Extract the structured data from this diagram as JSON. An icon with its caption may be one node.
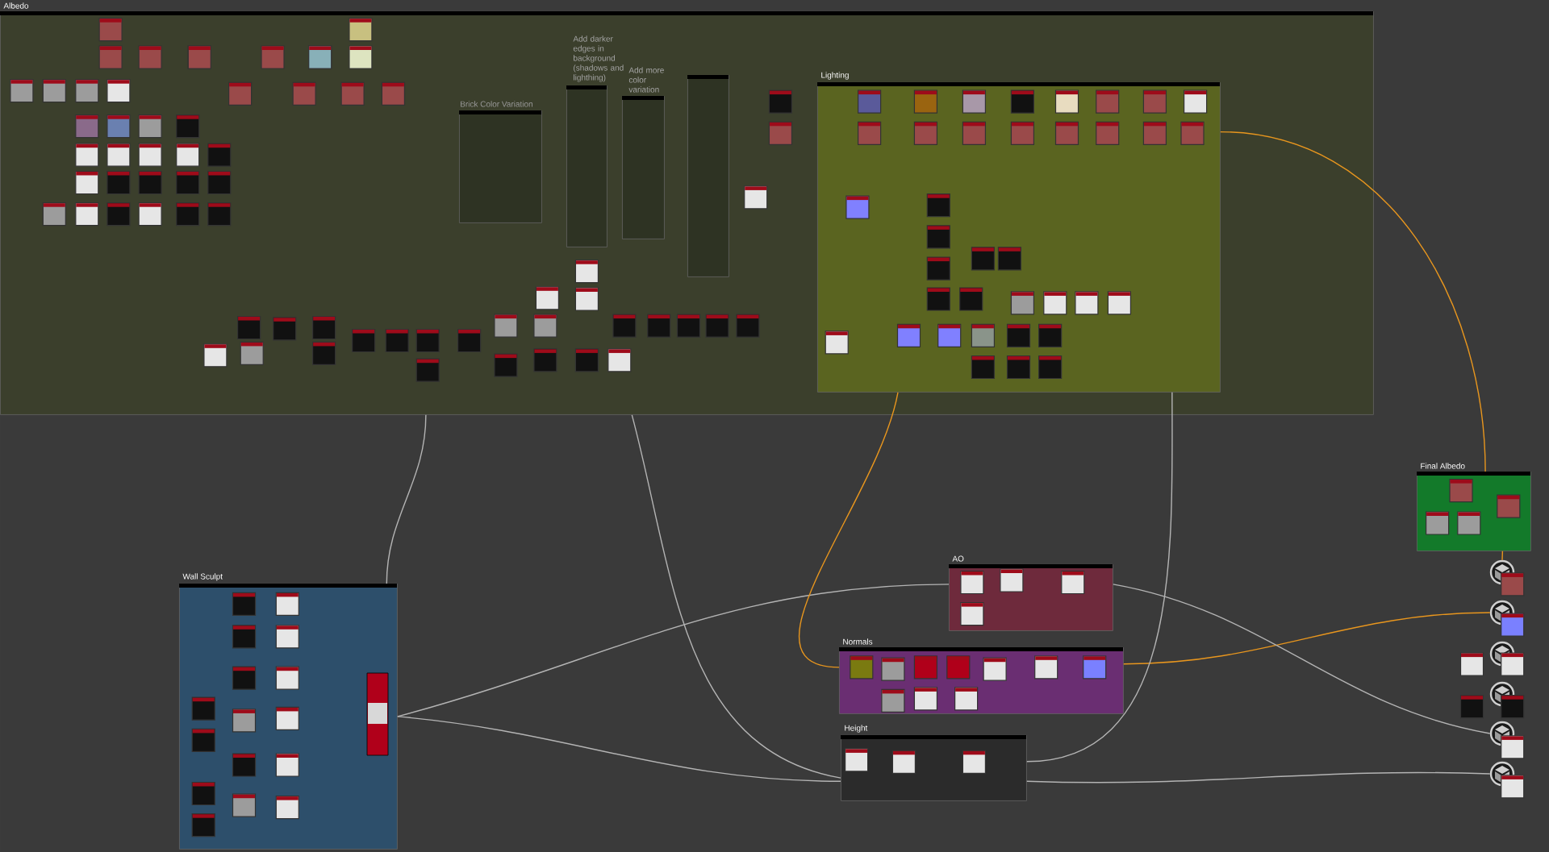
{
  "diagram": {
    "nodes": [
      {
        "text": [
          "Albedo"
        ]
      },
      {
        "text": [
          "Brick Color Variation"
        ],
        "in": 0
      },
      {
        "text": [
          "Add darker edges in background (shadows and lighthing)"
        ],
        "in": 0
      },
      {
        "text": [
          "Add more color variation"
        ],
        "in": 0
      },
      {
        "text": [],
        "shape": "box",
        "in": 0
      },
      {
        "text": [
          "Lighting"
        ],
        "in": 0
      },
      {
        "text": [
          "Final Albedo"
        ]
      },
      {
        "text": [
          "AO"
        ]
      },
      {
        "text": [
          "Normals"
        ]
      },
      {
        "text": [
          "Height"
        ]
      },
      {
        "text": [
          "Wall Sculpt"
        ]
      },
      {
        "text": [],
        "shape": "circle"
      },
      {
        "text": [],
        "shape": "circle"
      },
      {
        "text": [],
        "shape": "circle"
      },
      {
        "text": [],
        "shape": "circle"
      },
      {
        "text": [],
        "shape": "circle"
      },
      {
        "text": [],
        "shape": "circle"
      }
    ],
    "edges": [
      {
        "from": 5,
        "to": 6,
        "arrow": "none",
        "color": "#e8961e"
      },
      {
        "from": 6,
        "to": 11,
        "arrow": "none",
        "color": "#e8961e"
      },
      {
        "from": 8,
        "to": 12,
        "arrow": "none",
        "color": "#e8961e"
      },
      {
        "from": 7,
        "to": 15,
        "arrow": "none"
      },
      {
        "from": 9,
        "to": 16,
        "arrow": "none"
      },
      {
        "from": 10,
        "to": 7,
        "arrow": "none"
      },
      {
        "from": 10,
        "to": 9,
        "arrow": "none"
      },
      {
        "from": 10,
        "to": 0,
        "arrow": "none"
      },
      {
        "from": 5,
        "to": 8,
        "arrow": "none",
        "color": "#e8961e"
      },
      {
        "from": 0,
        "to": 9,
        "arrow": "none"
      },
      {
        "from": 5,
        "to": 9,
        "arrow": "none"
      }
    ]
  }
}
